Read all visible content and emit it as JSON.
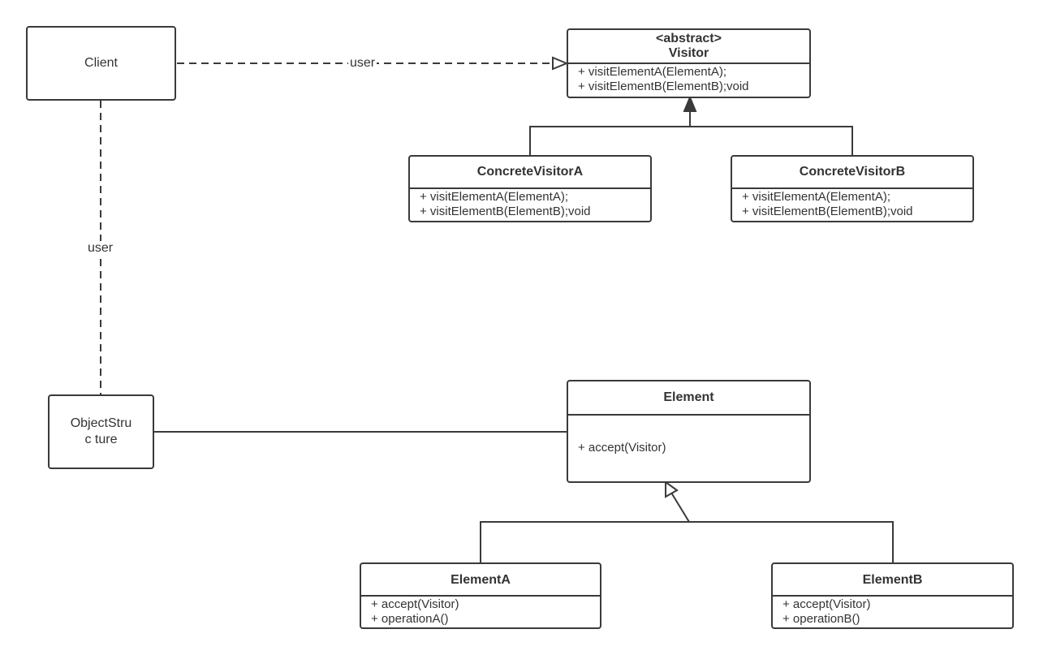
{
  "client": {
    "label": "Client"
  },
  "object_structure": {
    "label": "ObjectStruc ture"
  },
  "edges": {
    "client_visitor_label": "user",
    "client_os_label": "user"
  },
  "visitor": {
    "stereotype": "<abstract>",
    "name": "Visitor",
    "ops": [
      "+ visitElementA(ElementA);",
      "+ visitElementB(ElementB);void"
    ]
  },
  "concrete_visitor_a": {
    "name": "ConcreteVisitorA",
    "ops": [
      "+ visitElementA(ElementA);",
      "+ visitElementB(ElementB);void"
    ]
  },
  "concrete_visitor_b": {
    "name": "ConcreteVisitorB",
    "ops": [
      "+ visitElementA(ElementA);",
      "+ visitElementB(ElementB);void"
    ]
  },
  "element": {
    "name": "Element",
    "ops": [
      "+ accept(Visitor)"
    ]
  },
  "element_a": {
    "name": "ElementA",
    "ops": [
      "+ accept(Visitor)",
      "+ operationA()"
    ]
  },
  "element_b": {
    "name": "ElementB",
    "ops": [
      "+ accept(Visitor)",
      "+ operationB()"
    ]
  }
}
